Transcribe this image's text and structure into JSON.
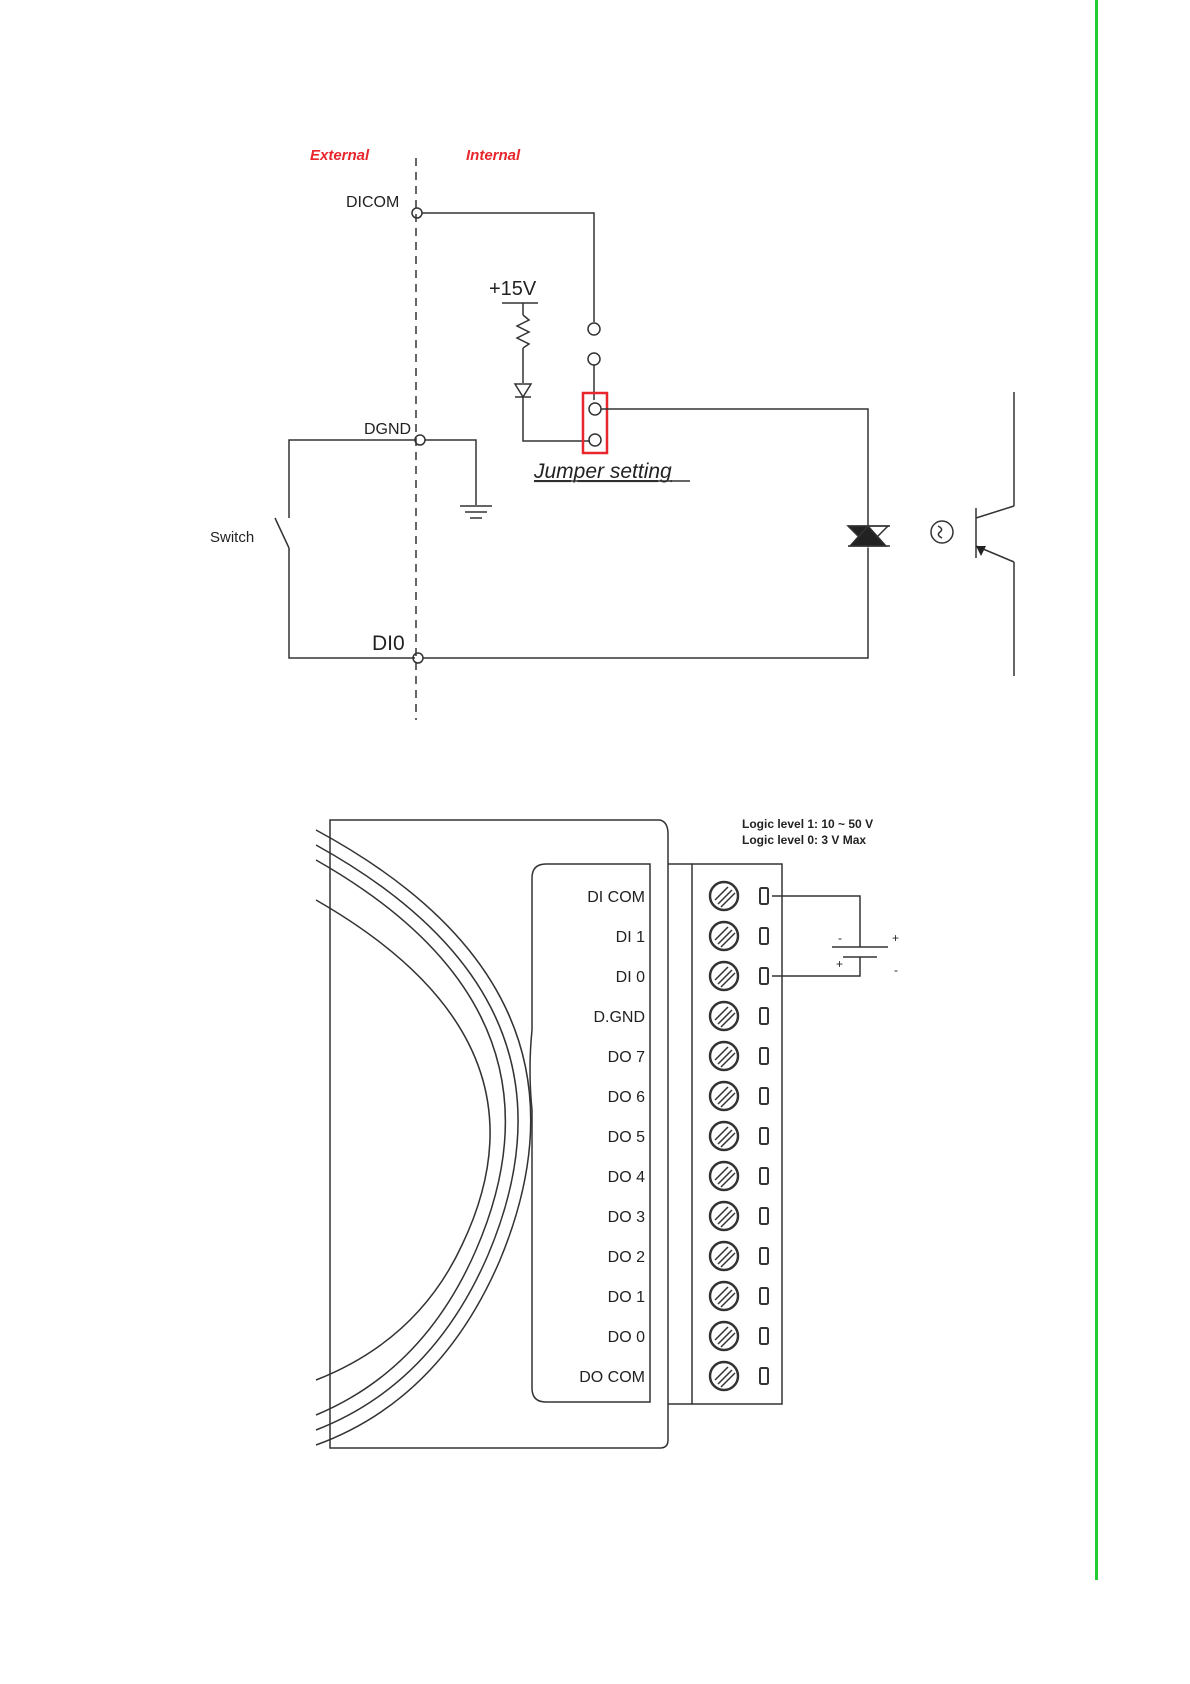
{
  "colors": {
    "zone_label": "#e8262b",
    "jumper_box": "#e8262b",
    "page_rule": "#22cc33",
    "line": "#333333"
  },
  "circuit": {
    "zone_external": "External",
    "zone_internal": "Internal",
    "dicom": "DICOM",
    "supply": "+15V",
    "dgnd": "DGND",
    "jumper_caption": "Jumper setting",
    "switch": "Switch",
    "di0": "DI0"
  },
  "module": {
    "logic_level_1": "Logic level 1: 10 ~ 50 V",
    "logic_level_0": "Logic level 0: 3 V Max",
    "terminals": [
      "DI COM",
      "DI 1",
      "DI 0",
      "D.GND",
      "DO 7",
      "DO 6",
      "DO 5",
      "DO 4",
      "DO 3",
      "DO 2",
      "DO 1",
      "DO 0",
      "DO COM"
    ],
    "battery_left_minus": "-",
    "battery_left_plus": "+",
    "battery_right_plus": "+",
    "battery_right_minus": "-"
  }
}
